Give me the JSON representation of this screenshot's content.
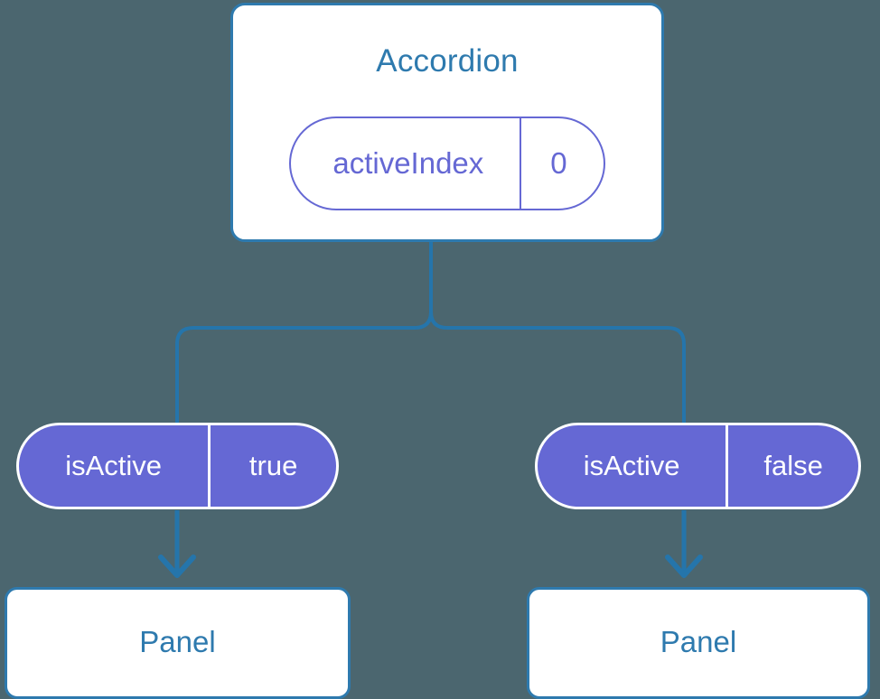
{
  "diagram": {
    "type": "component-tree",
    "background_color": "#4b666f",
    "accent_blue": "#2e7aae",
    "accent_indigo": "#6568d4",
    "root": {
      "title": "Accordion",
      "prop": {
        "key": "activeIndex",
        "value": "0"
      }
    },
    "branches": [
      {
        "prop": {
          "key": "isActive",
          "value": "true"
        },
        "child": {
          "title": "Panel"
        }
      },
      {
        "prop": {
          "key": "isActive",
          "value": "false"
        },
        "child": {
          "title": "Panel"
        }
      }
    ]
  }
}
